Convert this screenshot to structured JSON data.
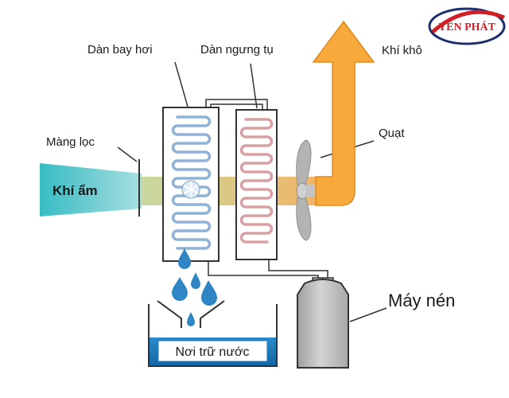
{
  "brand": {
    "logo_text": "YÊN PHÁT",
    "accent_color": "#d11f26",
    "ring_color": "#1d2f6e"
  },
  "labels": {
    "evaporator": "Dàn bay hơi",
    "condenser": "Dàn ngưng tụ",
    "dry_air": "Khí khô",
    "filter": "Màng lọc",
    "fan": "Quạt",
    "humid_air": "Khí ẩm",
    "compressor": "Máy nén",
    "water_tank": "Nơi trữ nước"
  },
  "colors": {
    "humid_air": "#3cc0c4",
    "dry_air": "#f7a93b",
    "evaporator_coil": "#8fb2d6",
    "condenser_coil": "#d9a0a4",
    "water": "#1f78b6",
    "compressor": "#bdbdbd",
    "fan": "#b3b3b3"
  },
  "icons": [
    "snowflake-icon",
    "water-drop-icon",
    "fan-icon",
    "logo-icon"
  ]
}
